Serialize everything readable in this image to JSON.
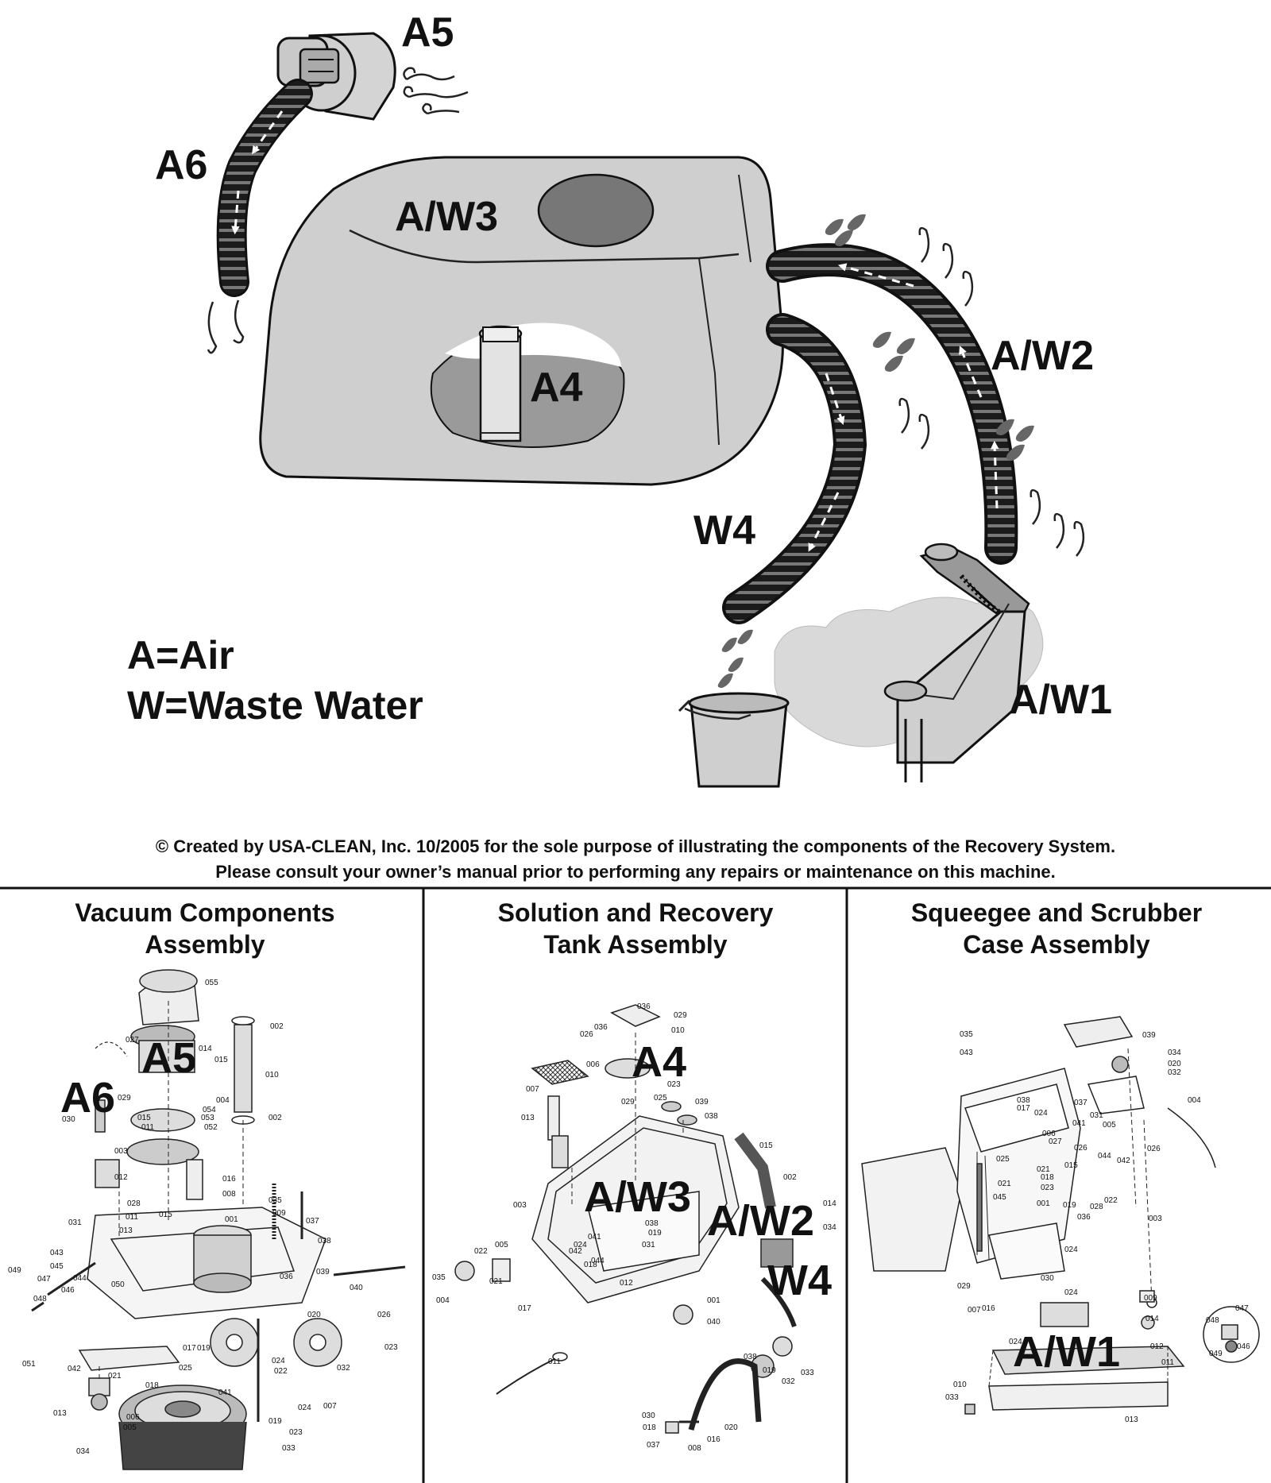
{
  "main_labels": {
    "a5": "A5",
    "a6": "A6",
    "aw3": "A/W3",
    "a4": "A4",
    "aw2": "A/W2",
    "w4": "W4",
    "aw1": "A/W1"
  },
  "legend": {
    "air": "A=Air",
    "water": "W=Waste Water"
  },
  "copyright": {
    "line1": "© Created by USA-CLEAN, Inc. 10/2005 for the sole purpose of illustrating the components of the Recovery System.",
    "line2": "Please consult your owner’s manual prior to performing any repairs or maintenance on this machine."
  },
  "panels": [
    {
      "title_line1": "Vacuum Components",
      "title_line2": "Assembly",
      "overlay_labels": [
        "A5",
        "A6"
      ],
      "part_numbers": [
        "055",
        "002",
        "027",
        "014",
        "015",
        "010",
        "029",
        "004",
        "054",
        "030",
        "015",
        "011",
        "053",
        "052",
        "002",
        "003",
        "012",
        "016",
        "008",
        "035",
        "009",
        "001",
        "037",
        "038",
        "031",
        "028",
        "011",
        "013",
        "015",
        "039",
        "040",
        "043",
        "045",
        "047",
        "049",
        "048",
        "044",
        "046",
        "050",
        "036",
        "020",
        "026",
        "023",
        "019",
        "051",
        "042",
        "021",
        "025",
        "022",
        "017",
        "024",
        "032",
        "018",
        "006",
        "041",
        "007",
        "013",
        "005",
        "034",
        "033",
        "019",
        "023",
        "024"
      ]
    },
    {
      "title_line1": "Solution and Recovery",
      "title_line2": "Tank Assembly",
      "overlay_labels": [
        "A4",
        "A/W3",
        "A/W2",
        "W4"
      ],
      "part_numbers": [
        "036",
        "029",
        "026",
        "036",
        "010",
        "006",
        "023",
        "007",
        "025",
        "039",
        "029",
        "013",
        "038",
        "015",
        "003",
        "002",
        "014",
        "034",
        "038",
        "041",
        "019",
        "024",
        "031",
        "042",
        "018",
        "044",
        "012",
        "022",
        "005",
        "035",
        "021",
        "004",
        "017",
        "001",
        "040",
        "011",
        "038",
        "019",
        "032",
        "033",
        "030",
        "018",
        "020",
        "037",
        "008",
        "016"
      ]
    },
    {
      "title_line1": "Squeegee and Scrubber",
      "title_line2": "Case Assembly",
      "overlay_labels": [
        "A/W1"
      ],
      "part_numbers": [
        "035",
        "039",
        "043",
        "034",
        "020",
        "032",
        "038",
        "017",
        "024",
        "004",
        "037",
        "031",
        "041",
        "005",
        "006",
        "026",
        "027",
        "044",
        "042",
        "026",
        "025",
        "015",
        "021",
        "018",
        "023",
        "021",
        "045",
        "001",
        "019",
        "036",
        "028",
        "022",
        "003",
        "024",
        "029",
        "016",
        "030",
        "024",
        "009",
        "007",
        "014",
        "047",
        "048",
        "046",
        "049",
        "024",
        "012",
        "011",
        "010",
        "033",
        "013"
      ]
    }
  ]
}
